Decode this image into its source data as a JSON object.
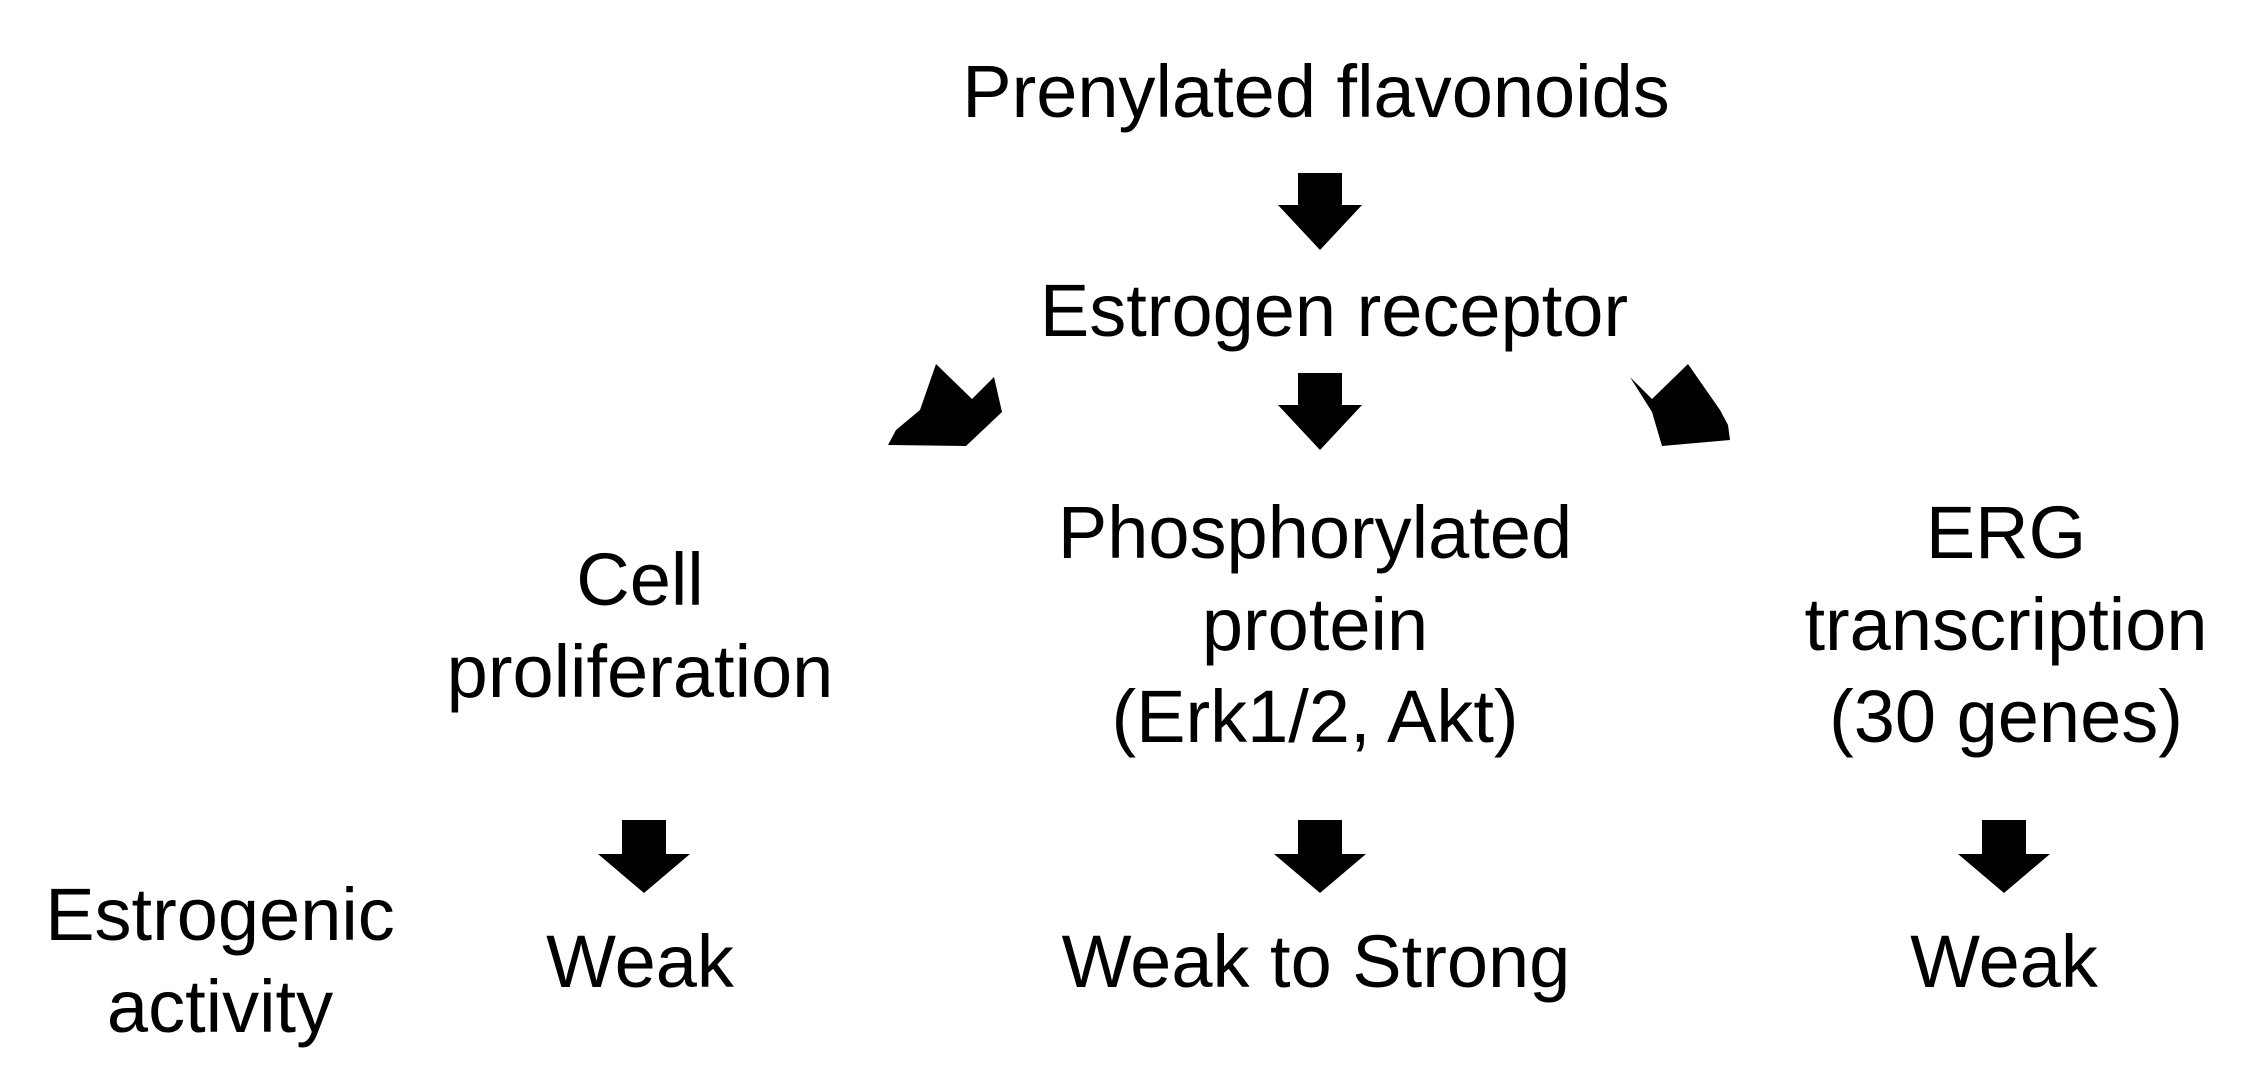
{
  "nodes": {
    "source": {
      "text": "Prenylated flavonoids"
    },
    "receptor": {
      "text": "Estrogen receptor"
    },
    "branch_left": {
      "lines": [
        "Cell",
        "proliferation"
      ]
    },
    "branch_center": {
      "lines": [
        "Phosphorylated",
        "protein",
        "(Erk1/2, Akt)"
      ]
    },
    "branch_right": {
      "lines": [
        "ERG",
        "transcription",
        "(30 genes)"
      ]
    }
  },
  "row_label": {
    "lines": [
      "Estrogenic",
      "activity"
    ]
  },
  "results": {
    "left": "Weak",
    "center": "Weak to Strong",
    "right": "Weak"
  },
  "colors": {
    "text": "#000000",
    "arrow": "#000000",
    "background": "#ffffff"
  }
}
